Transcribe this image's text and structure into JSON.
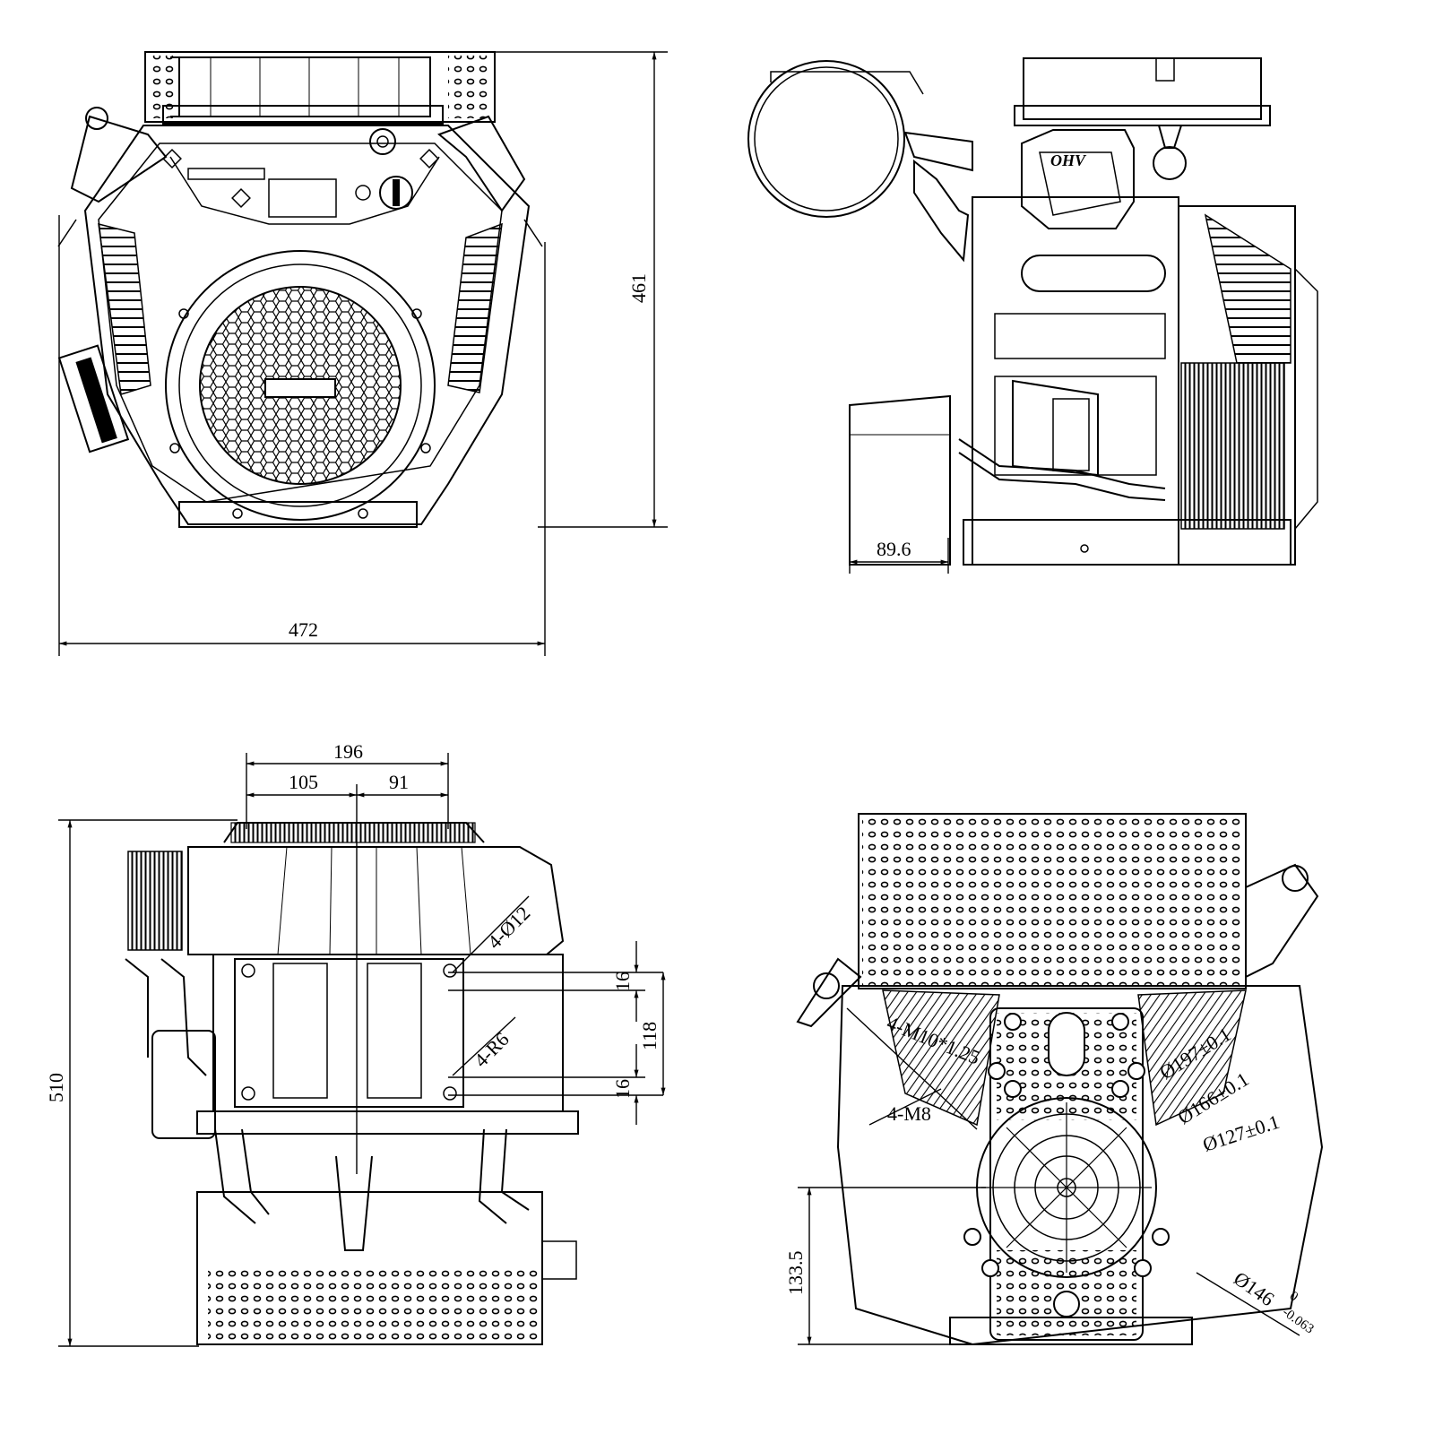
{
  "drawing": {
    "views": {
      "front": {
        "label": "front-view",
        "dimensions": {
          "overall_width": "472",
          "overall_height": "461"
        }
      },
      "side": {
        "label": "side-view",
        "dimensions": {
          "air_filter_offset": "89.6"
        },
        "logo_text": "OHV"
      },
      "top": {
        "label": "top-view",
        "dimensions": {
          "mount_span": "196",
          "mount_left": "105",
          "mount_right": "91",
          "overall_height": "510",
          "hole_spacing_top": "16",
          "hole_spacing_bottom": "16",
          "slot_span": "118",
          "holes": "4-Ø12",
          "radius": "4-R6"
        }
      },
      "flange": {
        "label": "flange-view",
        "dimensions": {
          "thread": "4-M10*1.25",
          "bolt_thread": "4-M8",
          "bolt_circle_1": "Ø197±0.1",
          "bolt_circle_2": "Ø166±0.1",
          "bolt_circle_3": "Ø127±0.1",
          "pilot": "Ø146",
          "pilot_tol_upper": "0",
          "pilot_tol_lower": "-0.063",
          "shaft_height": "133.5"
        }
      }
    }
  }
}
